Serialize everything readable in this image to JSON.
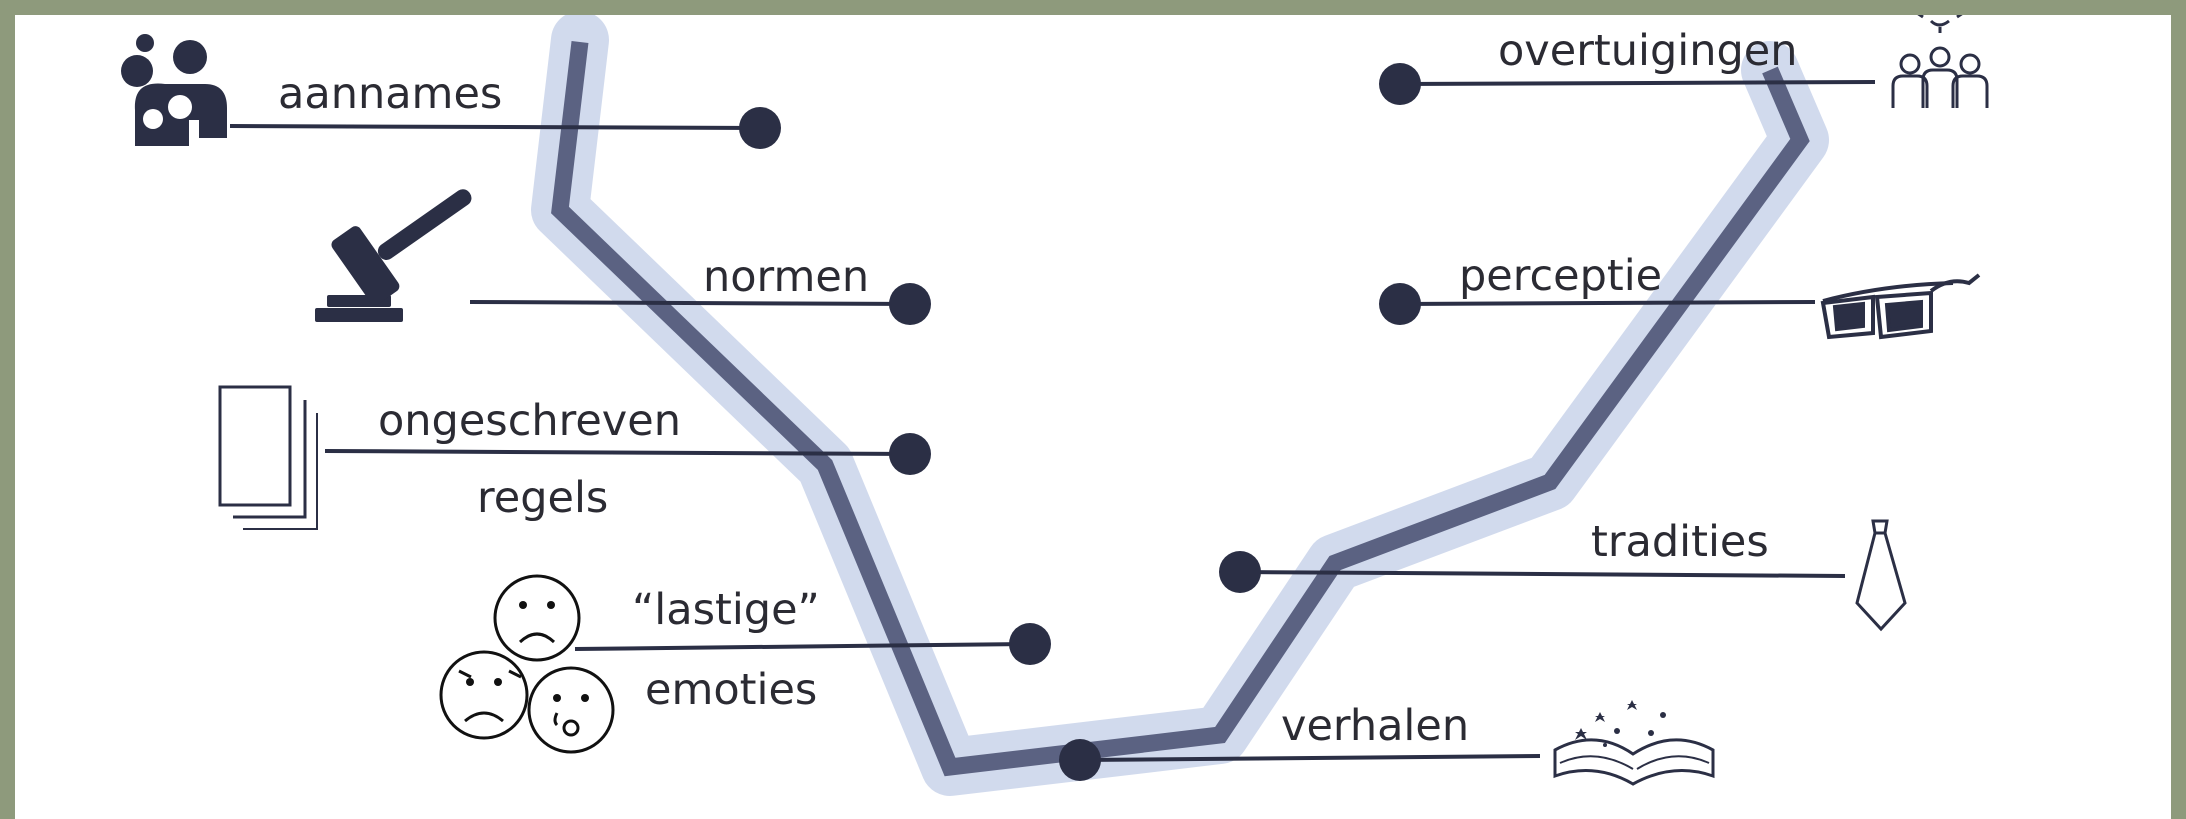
{
  "diagram": {
    "colors": {
      "background": "#8e9a7c",
      "panel": "#ffffff",
      "path": "#5b6282",
      "path_glow": "#c9d4ea",
      "node": "#2b2f45",
      "text": "#2b2b33"
    },
    "left_items": [
      {
        "id": "aannames",
        "label": "aannames",
        "icon": "people-icon"
      },
      {
        "id": "normen",
        "label": "normen",
        "icon": "gavel-icon"
      },
      {
        "id": "ongeschreven",
        "label": "ongeschreven",
        "icon": "paper-icon"
      },
      {
        "id": "regels",
        "label": "regels"
      },
      {
        "id": "lastige",
        "label": "“lastige”",
        "icon": "sad-faces-icon"
      },
      {
        "id": "emoties",
        "label": "emoties"
      }
    ],
    "right_items": [
      {
        "id": "overtuigingen",
        "label": "overtuigingen",
        "icon": "group-lightbulb-icon"
      },
      {
        "id": "perceptie",
        "label": "perceptie",
        "icon": "glasses-icon"
      },
      {
        "id": "tradities",
        "label": "tradities",
        "icon": "tie-icon"
      },
      {
        "id": "verhalen",
        "label": "verhalen",
        "icon": "book-icon"
      }
    ]
  }
}
